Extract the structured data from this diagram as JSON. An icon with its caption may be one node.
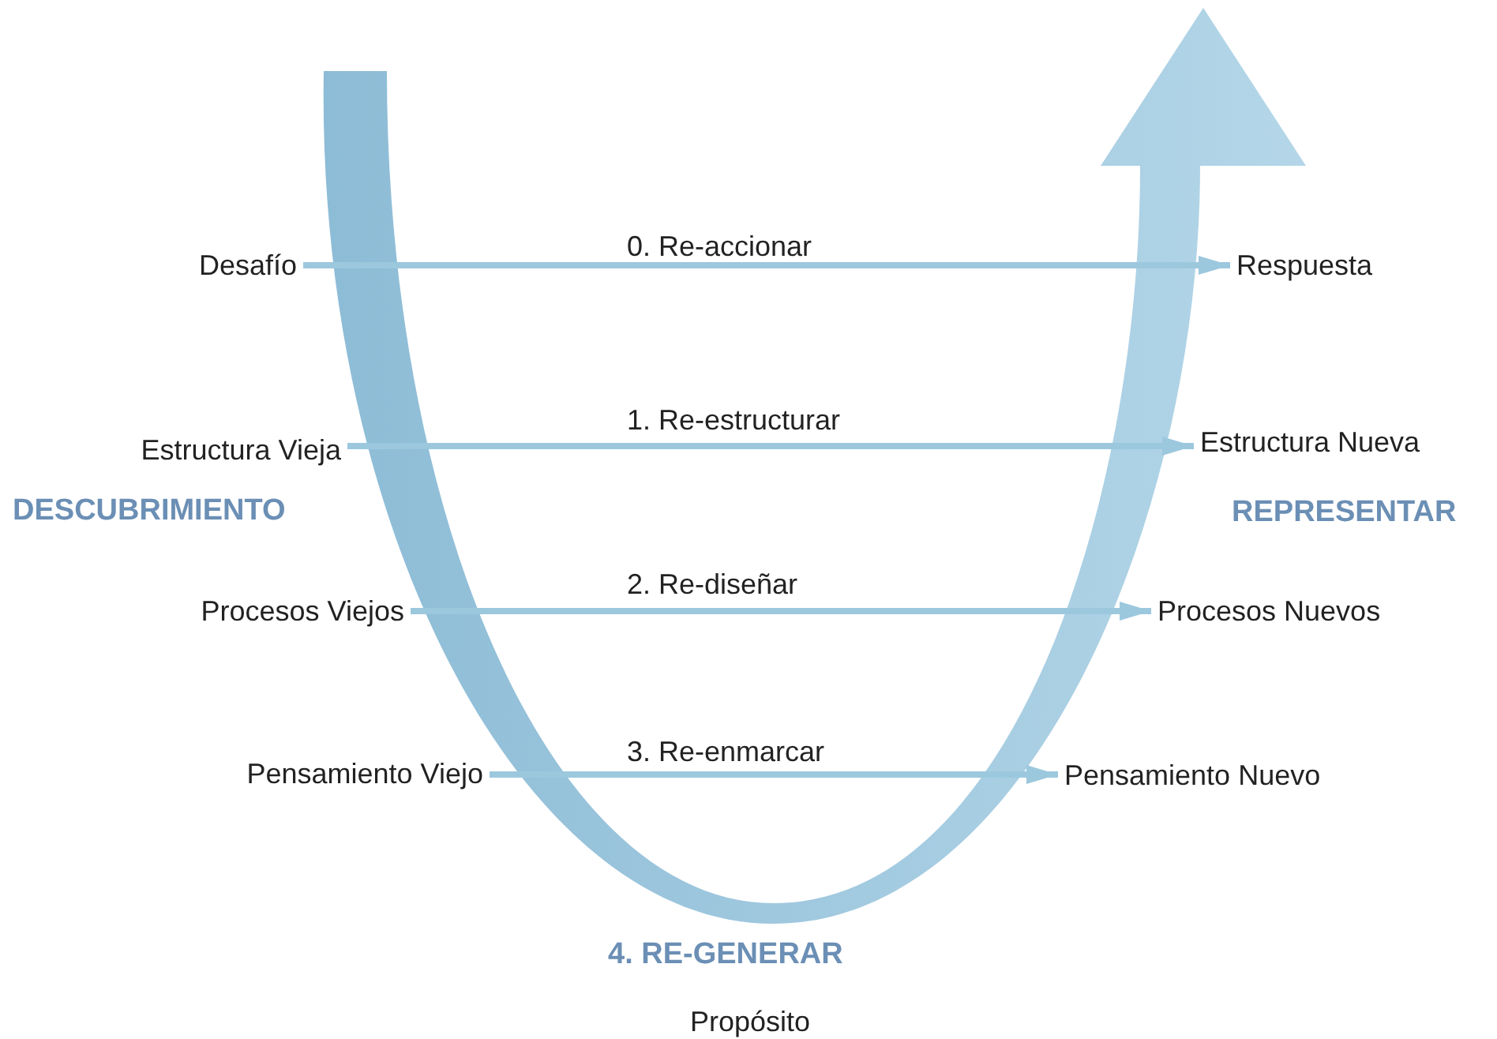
{
  "diagram": {
    "nodes": [
      {
        "text": [
          "Desafío"
        ]
      },
      {
        "text": [
          "Estructura Vieja"
        ]
      },
      {
        "text": [
          "Procesos Viejos"
        ]
      },
      {
        "text": [
          "Pensamiento Viejo"
        ]
      },
      {
        "text": [
          "Respuesta"
        ]
      },
      {
        "text": [
          "Estructura Nueva"
        ]
      },
      {
        "text": [
          "Procesos Nuevos"
        ]
      },
      {
        "text": [
          "Pensamiento Nuevo"
        ]
      }
    ],
    "edges": [
      {
        "from": 0,
        "to": 4,
        "arrow": "to",
        "label": "0. Re-accionar"
      },
      {
        "from": 1,
        "to": 5,
        "arrow": "to",
        "label": "1. Re-estructurar"
      },
      {
        "from": 2,
        "to": 6,
        "arrow": "to",
        "label": "2. Re-diseñar"
      },
      {
        "from": 3,
        "to": 7,
        "arrow": "to",
        "label": "3. Re-enmarcar"
      }
    ],
    "labels": [
      "DESCUBRIMIENTO",
      "REPRESENTAR",
      "4. RE-GENERAR",
      "Propósito"
    ]
  }
}
